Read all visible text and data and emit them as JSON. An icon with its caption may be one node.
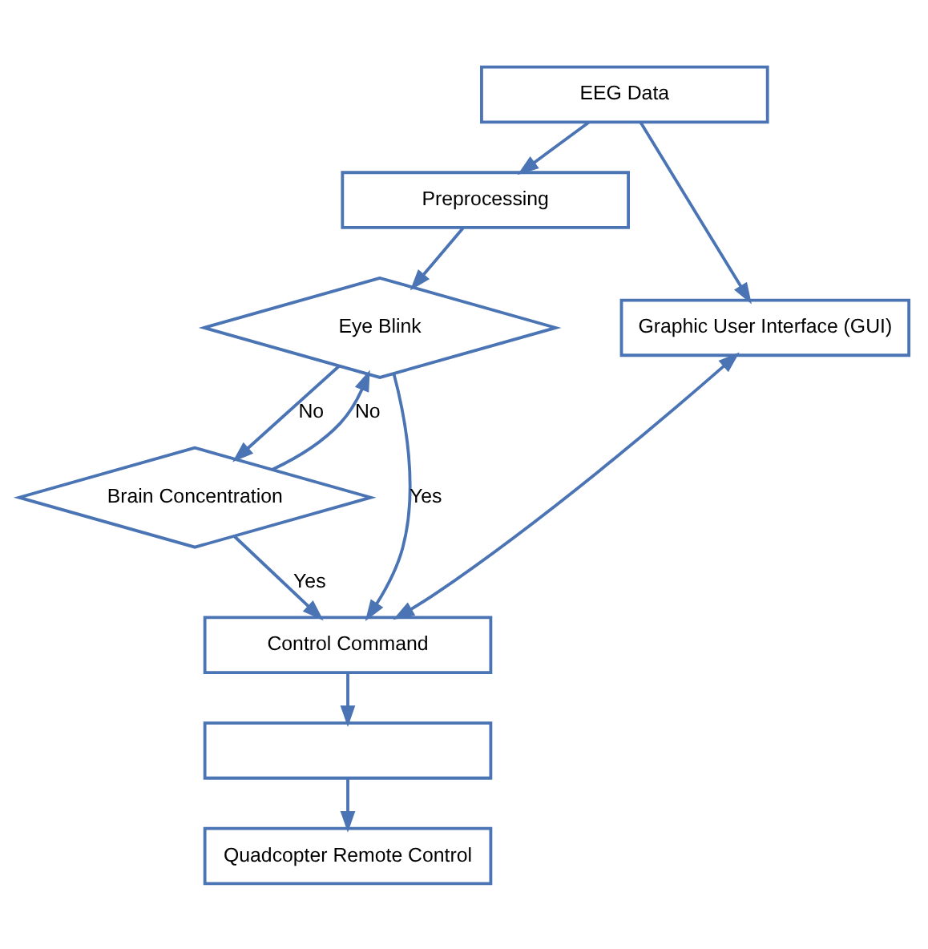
{
  "diagram": {
    "nodes": [
      {
        "text": [
          "EEG Data"
        ]
      },
      {
        "text": [
          "Preprocessing"
        ]
      },
      {
        "text": [
          "Graphic User Interface (GUI)"
        ]
      },
      {
        "text": [
          "Eye Blink"
        ]
      },
      {
        "text": [
          "Brain Concentration"
        ]
      },
      {
        "text": [
          "Control Command"
        ]
      },
      {
        "text": [],
        "shape": "box"
      },
      {
        "text": [
          "Quadcopter Remote Control"
        ]
      }
    ],
    "edges": [
      {
        "from": 0,
        "to": 1,
        "arrow": "to"
      },
      {
        "from": 0,
        "to": 2,
        "arrow": "to"
      },
      {
        "from": 1,
        "to": 3,
        "arrow": "to"
      },
      {
        "from": 3,
        "to": 4,
        "arrow": "to",
        "label": "No"
      },
      {
        "from": 3,
        "to": 5,
        "arrow": "to",
        "label": "Yes"
      },
      {
        "from": 4,
        "to": 5,
        "arrow": "to",
        "label": "Yes"
      },
      {
        "from": 4,
        "to": 3,
        "arrow": "to",
        "label": "No"
      },
      {
        "from": 5,
        "to": 2,
        "arrow": "both"
      },
      {
        "from": 5,
        "to": 6,
        "arrow": "to"
      },
      {
        "from": 6,
        "to": 7,
        "arrow": "to"
      }
    ]
  }
}
